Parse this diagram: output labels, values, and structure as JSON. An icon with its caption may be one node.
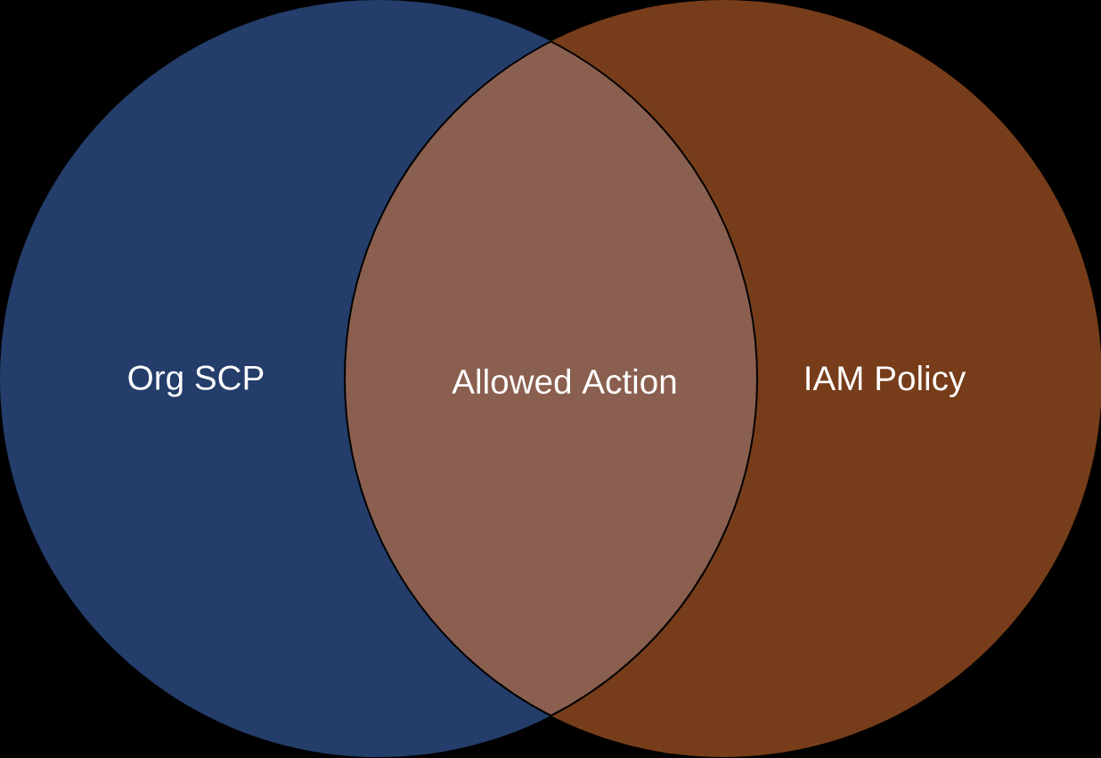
{
  "diagram": {
    "nodes": [
      {
        "text": [
          "Org SCP"
        ]
      },
      {
        "text": [
          "Allowed Action"
        ]
      },
      {
        "text": [
          "IAM Policy"
        ]
      }
    ]
  }
}
